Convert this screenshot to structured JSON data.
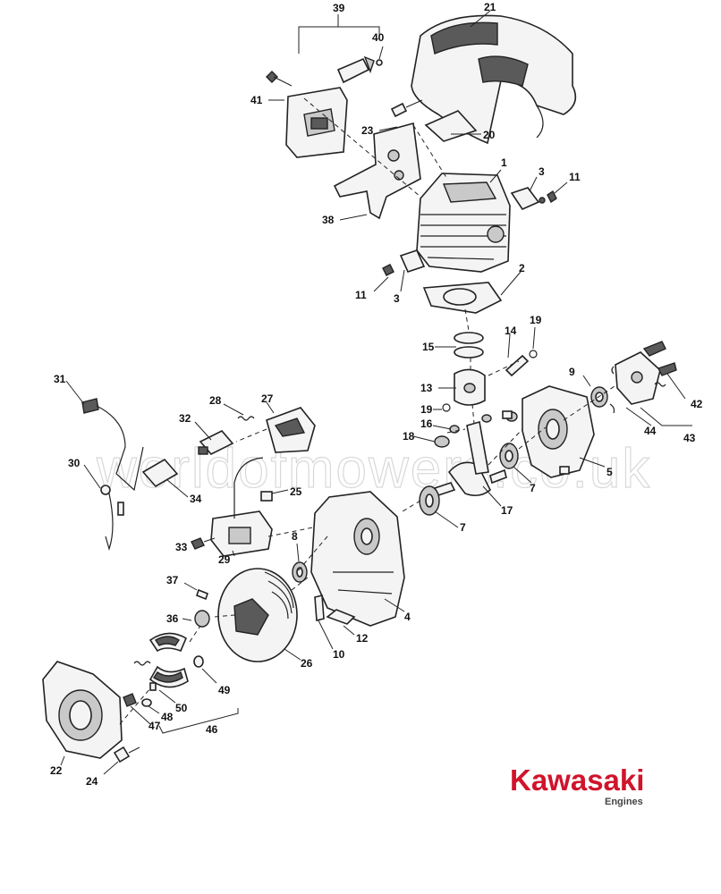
{
  "watermark": "worldofmowers.co.uk",
  "brand": {
    "name": "Kawasaki",
    "subtitle": "Engines",
    "color": "#d0142c"
  },
  "callouts": {
    "c1": "1",
    "c2": "2",
    "c3a": "3",
    "c3b": "3",
    "c4": "4",
    "c5": "5",
    "c7a": "7",
    "c7b": "7",
    "c8": "8",
    "c9": "9",
    "c10": "10",
    "c11a": "11",
    "c11b": "11",
    "c12": "12",
    "c13": "13",
    "c14": "14",
    "c15": "15",
    "c16": "16",
    "c17": "17",
    "c18": "18",
    "c19a": "19",
    "c19b": "19",
    "c20": "20",
    "c21": "21",
    "c22": "22",
    "c23": "23",
    "c24": "24",
    "c25": "25",
    "c26": "26",
    "c27": "27",
    "c28": "28",
    "c29": "29",
    "c30": "30",
    "c31": "31",
    "c32": "32",
    "c33": "33",
    "c34": "34",
    "c36": "36",
    "c37": "37",
    "c38": "38",
    "c39": "39",
    "c40": "40",
    "c41": "41",
    "c42": "42",
    "c43": "43",
    "c44": "44",
    "c46": "46",
    "c47": "47",
    "c48": "48",
    "c49": "49",
    "c50": "50"
  }
}
